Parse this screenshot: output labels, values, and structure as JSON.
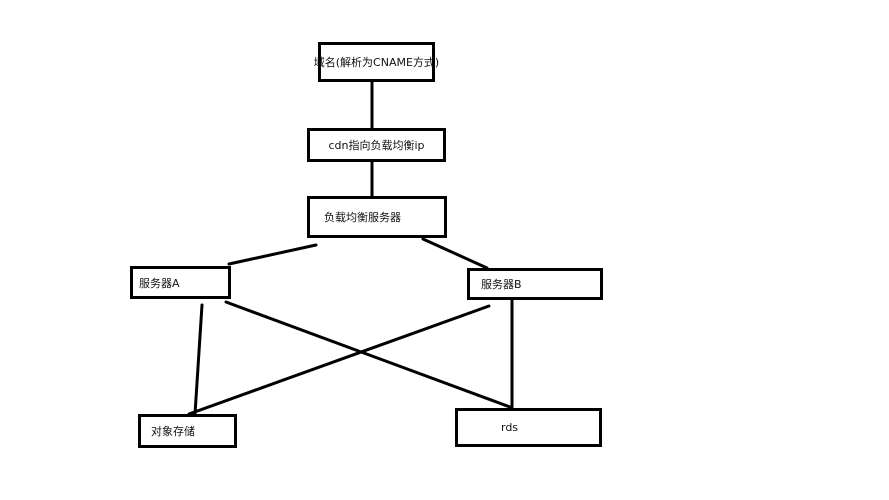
{
  "diagram": {
    "nodes": {
      "domain": {
        "label": "域名(解析为CNAME方式)"
      },
      "cdn": {
        "label": "cdn指向负载均衡ip"
      },
      "load_balancer": {
        "label": "负载均衡服务器"
      },
      "server_a": {
        "label": "服务器A"
      },
      "server_b": {
        "label": "服务器B"
      },
      "object_storage": {
        "label": "对象存储"
      },
      "rds": {
        "label": "rds"
      }
    },
    "edges": [
      {
        "from": "domain",
        "to": "cdn"
      },
      {
        "from": "cdn",
        "to": "load_balancer"
      },
      {
        "from": "load_balancer",
        "to": "server_a"
      },
      {
        "from": "load_balancer",
        "to": "server_b"
      },
      {
        "from": "server_a",
        "to": "object_storage"
      },
      {
        "from": "server_a",
        "to": "rds"
      },
      {
        "from": "server_b",
        "to": "object_storage"
      },
      {
        "from": "server_b",
        "to": "rds"
      }
    ],
    "colors": {
      "line": "#000000",
      "box_border": "#000000",
      "background": "#ffffff"
    }
  }
}
